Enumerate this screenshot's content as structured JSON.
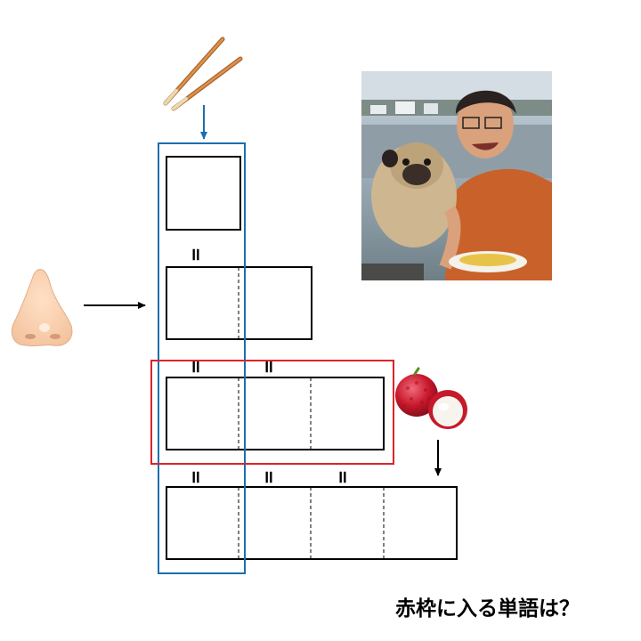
{
  "question": {
    "text": "赤枠に入る単語は？"
  },
  "equals_glyph": "=",
  "highlights": {
    "column_color": "#1a6fb0",
    "row_color": "#d9252a"
  },
  "grid": {
    "rows": [
      {
        "cells": 1
      },
      {
        "cells": 2
      },
      {
        "cells": 3
      },
      {
        "cells": 4
      }
    ]
  },
  "pictures": {
    "chopsticks": "chopsticks-icon",
    "nose": "nose-icon",
    "lychee": "lychee-icon",
    "photo": "man-holding-pug-photo"
  }
}
